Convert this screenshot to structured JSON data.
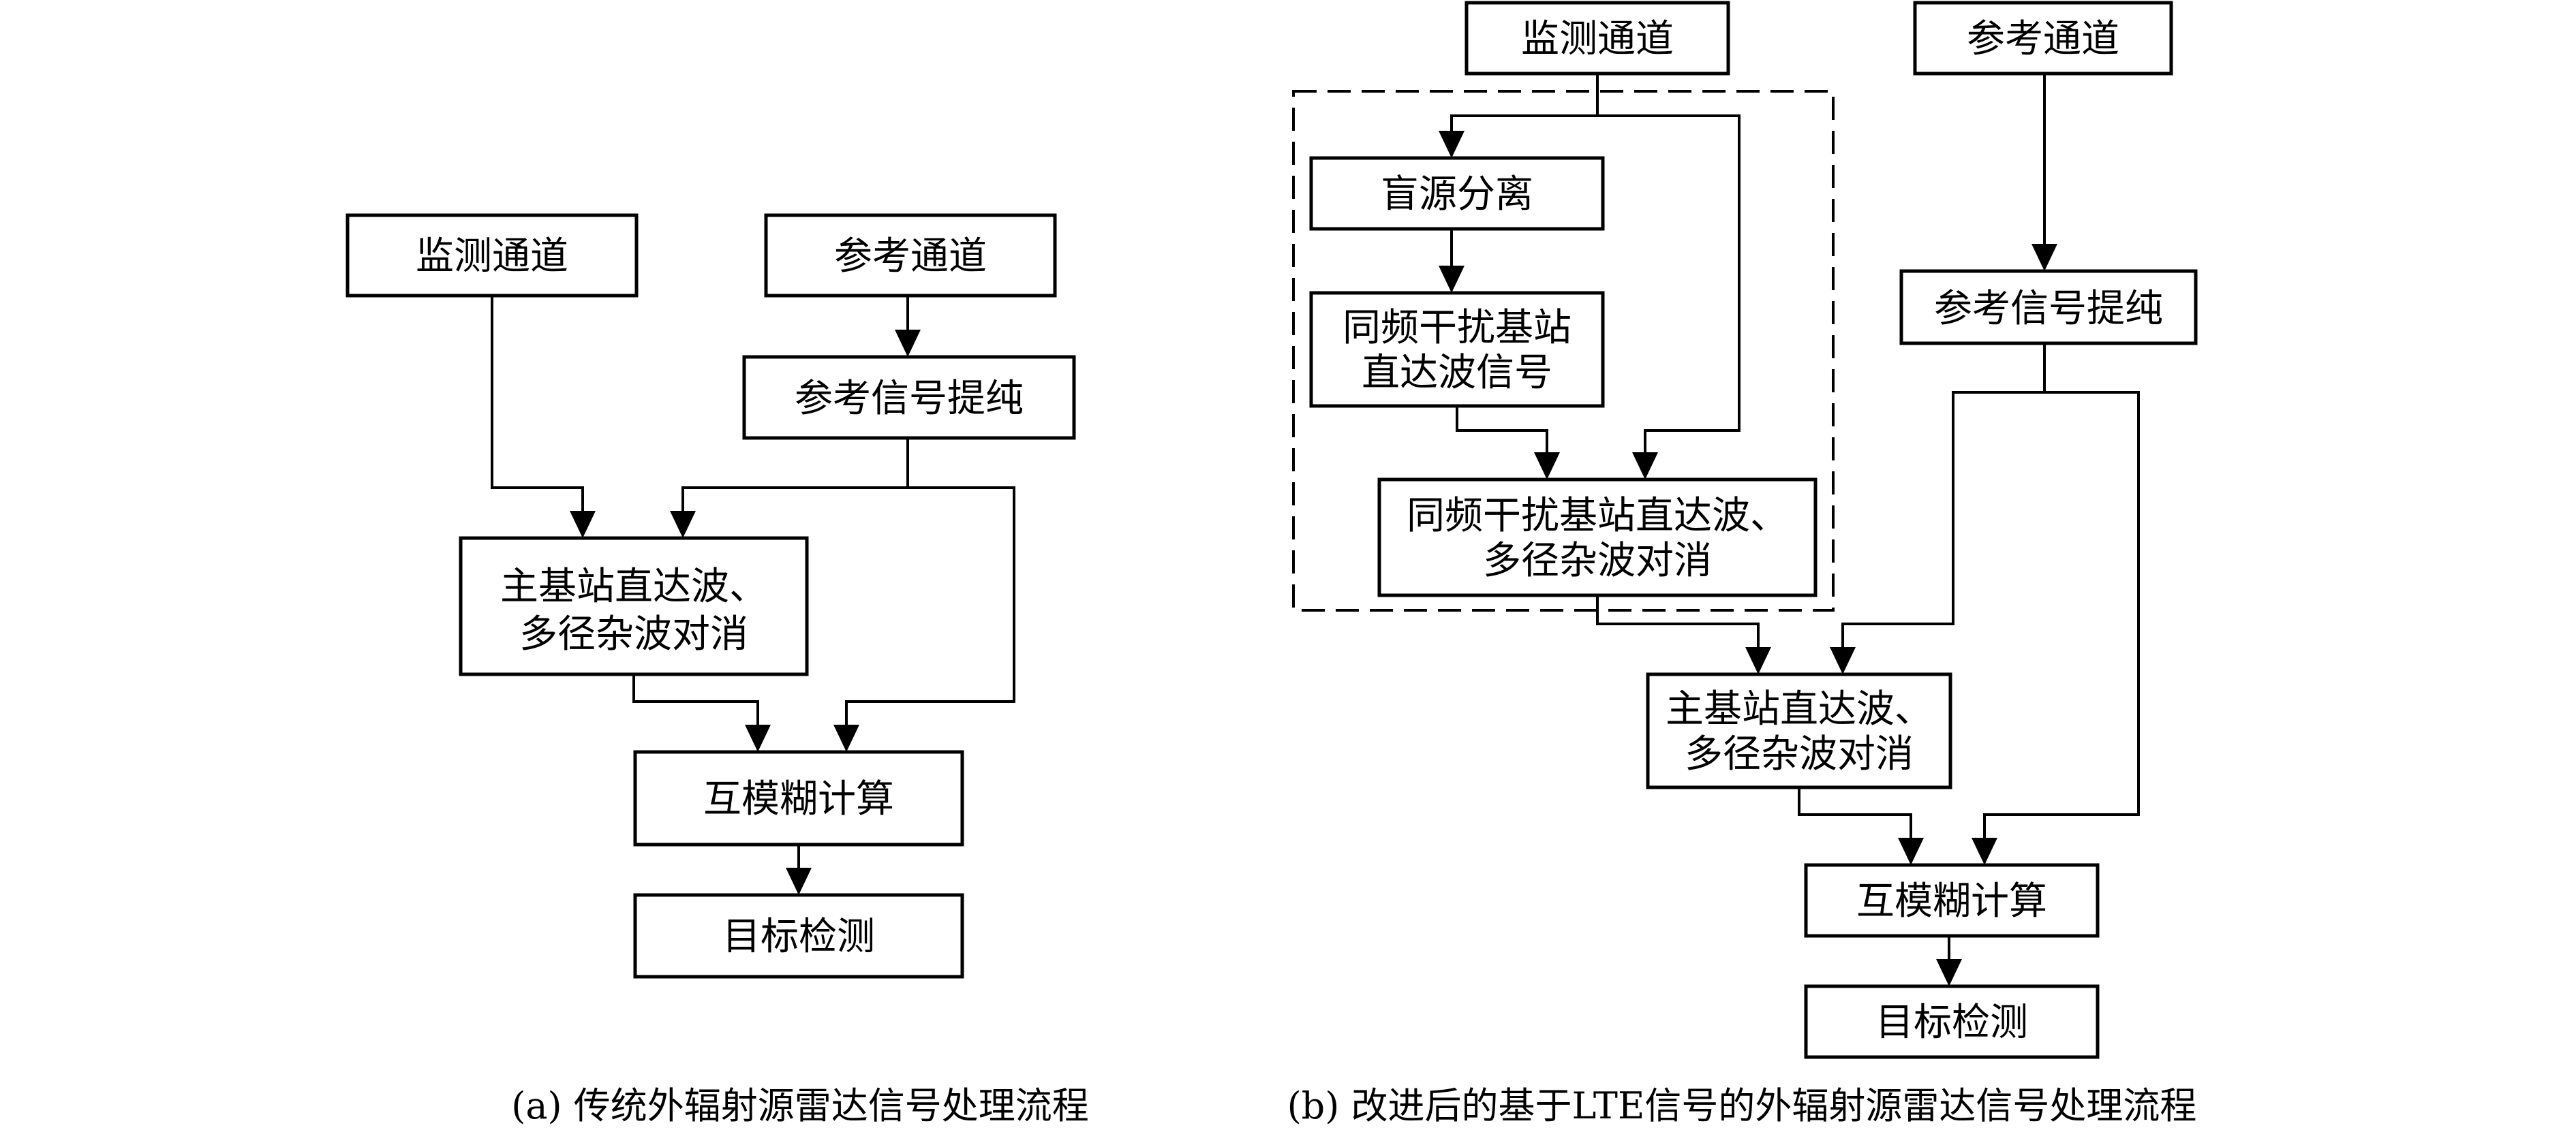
{
  "panel_a": {
    "caption": "(a) 传统外辐射源雷达信号处理流程",
    "monitor": "监测通道",
    "reference": "参考通道",
    "ref_purify": "参考信号提纯",
    "main_cancel": [
      "主基站直达波、",
      "多径杂波对消"
    ],
    "ambiguity": "互模糊计算",
    "detection": "目标检测"
  },
  "panel_b": {
    "caption": "(b) 改进后的基于LTE信号的外辐射源雷达信号处理流程",
    "monitor": "监测通道",
    "reference": "参考通道",
    "blind_sep": "盲源分离",
    "cochannel_signal": [
      "同频干扰基站",
      "直达波信号"
    ],
    "cochannel_cancel": [
      "同频干扰基站直达波、",
      "多径杂波对消"
    ],
    "ref_purify": "参考信号提纯",
    "main_cancel": [
      "主基站直达波、",
      "多径杂波对消"
    ],
    "ambiguity": "互模糊计算",
    "detection": "目标检测"
  }
}
